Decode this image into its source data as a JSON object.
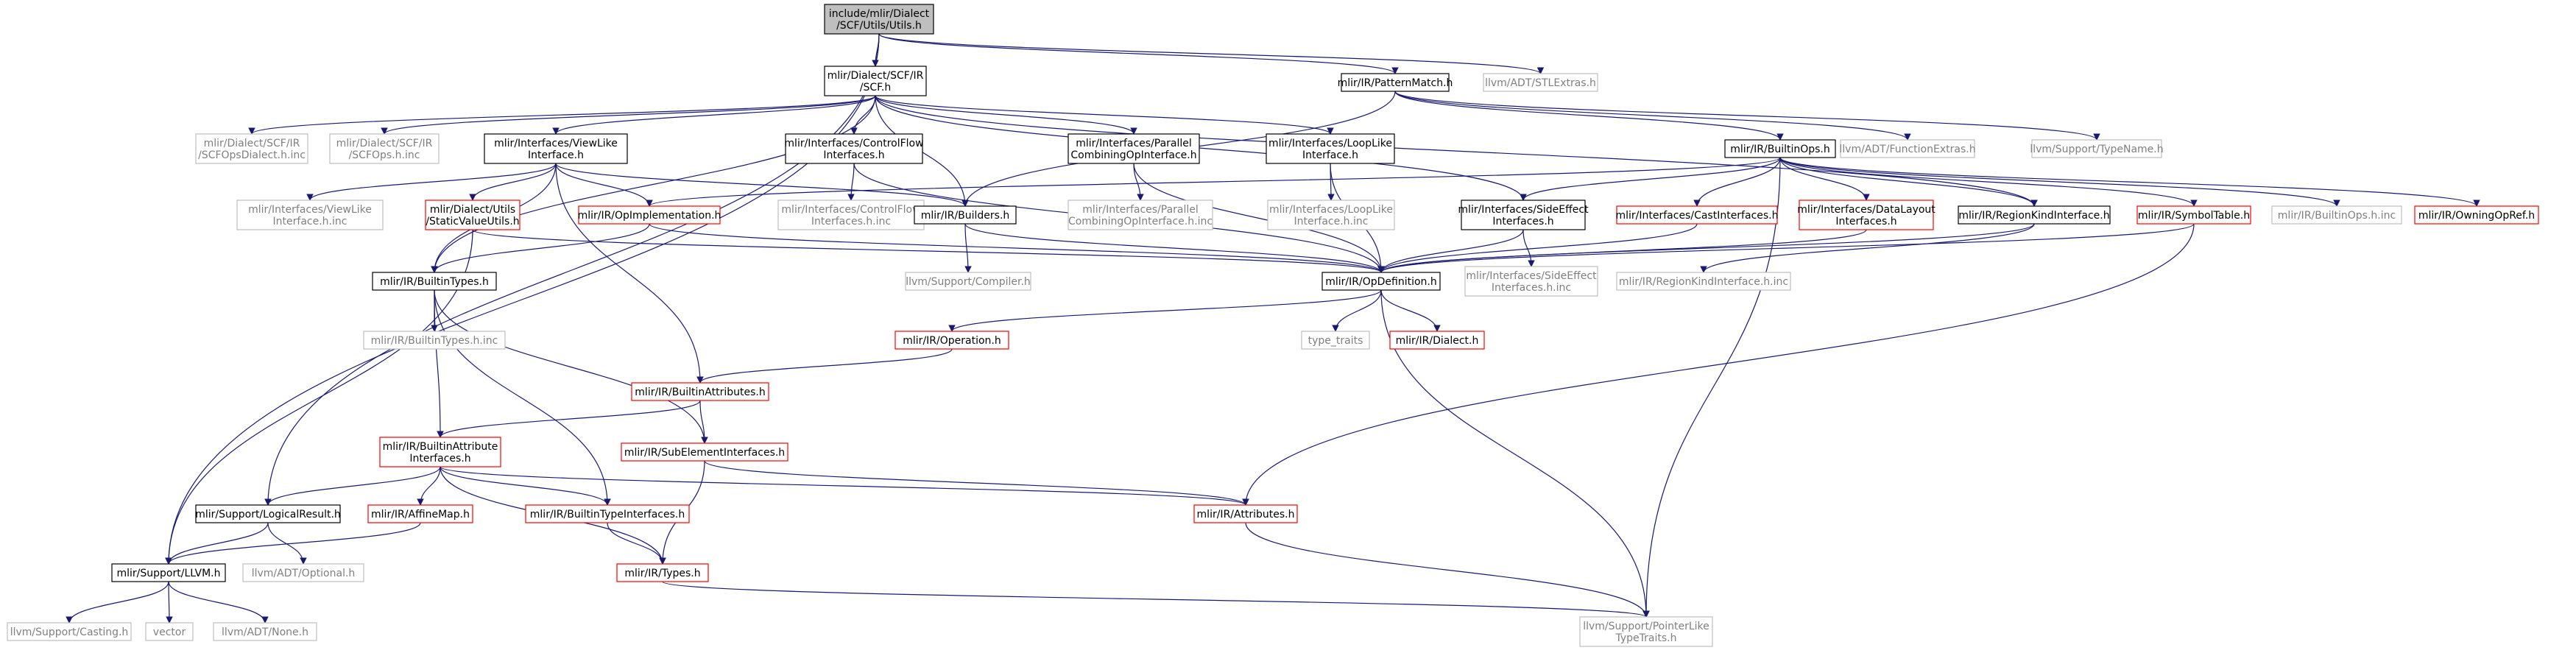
{
  "colors": {
    "edge": "#191970",
    "edge_red": "#8b0000",
    "box_black": "#000000",
    "box_red": "#ff0000",
    "box_gray": "#bfbfbf",
    "text_black": "#000000",
    "text_gray": "#7f7f7f",
    "root_fill": "#bfbfbf"
  },
  "nodes": {
    "root": [
      "include/mlir/Dialect",
      "/SCF/Utils/Utils.h"
    ],
    "scf_h": [
      "mlir/Dialect/SCF/IR",
      "/SCF.h"
    ],
    "pattern_match": [
      "mlir/IR/PatternMatch.h"
    ],
    "stlextras": [
      "llvm/ADT/STLExtras.h"
    ],
    "scf_ops_dialect_inc": [
      "mlir/Dialect/SCF/IR",
      "/SCFOpsDialect.h.inc"
    ],
    "scf_ops_inc": [
      "mlir/Dialect/SCF/IR",
      "/SCFOps.h.inc"
    ],
    "viewlike": [
      "mlir/Interfaces/ViewLike",
      "Interface.h"
    ],
    "controlflow": [
      "mlir/Interfaces/ControlFlow",
      "Interfaces.h"
    ],
    "parallel": [
      "mlir/Interfaces/Parallel",
      "CombiningOpInterface.h"
    ],
    "looplike": [
      "mlir/Interfaces/LoopLike",
      "Interface.h"
    ],
    "builtinops": [
      "mlir/IR/BuiltinOps.h"
    ],
    "function_extras": [
      "llvm/ADT/FunctionExtras.h"
    ],
    "typename": [
      "llvm/Support/TypeName.h"
    ],
    "viewlike_inc": [
      "mlir/Interfaces/ViewLike",
      "Interface.h.inc"
    ],
    "static_value_utils": [
      "mlir/Dialect/Utils",
      "/StaticValueUtils.h"
    ],
    "op_implementation": [
      "mlir/IR/OpImplementation.h"
    ],
    "controlflow_inc": [
      "mlir/Interfaces/ControlFlow",
      "Interfaces.h.inc"
    ],
    "builders": [
      "mlir/IR/Builders.h"
    ],
    "parallel_inc": [
      "mlir/Interfaces/Parallel",
      "CombiningOpInterface.h.inc"
    ],
    "looplike_inc": [
      "mlir/Interfaces/LoopLike",
      "Interface.h.inc"
    ],
    "side_effect": [
      "mlir/Interfaces/SideEffect",
      "Interfaces.h"
    ],
    "cast_interfaces": [
      "mlir/Interfaces/CastInterfaces.h"
    ],
    "data_layout": [
      "mlir/Interfaces/DataLayout",
      "Interfaces.h"
    ],
    "region_kind": [
      "mlir/IR/RegionKindInterface.h"
    ],
    "symbol_table": [
      "mlir/IR/SymbolTable.h"
    ],
    "builtinops_inc": [
      "mlir/IR/BuiltinOps.h.inc"
    ],
    "owning_opref": [
      "mlir/IR/OwningOpRef.h"
    ],
    "builtin_types": [
      "mlir/IR/BuiltinTypes.h"
    ],
    "compiler": [
      "llvm/Support/Compiler.h"
    ],
    "op_definition": [
      "mlir/IR/OpDefinition.h"
    ],
    "side_effect_inc": [
      "mlir/Interfaces/SideEffect",
      "Interfaces.h.inc"
    ],
    "region_kind_inc": [
      "mlir/IR/RegionKindInterface.h.inc"
    ],
    "builtin_types_inc": [
      "mlir/IR/BuiltinTypes.h.inc"
    ],
    "type_traits": [
      "type_traits"
    ],
    "dialect": [
      "mlir/IR/Dialect.h"
    ],
    "operation": [
      "mlir/IR/Operation.h"
    ],
    "builtin_attributes": [
      "mlir/IR/BuiltinAttributes.h"
    ],
    "builtin_attr_interfaces": [
      "mlir/IR/BuiltinAttribute",
      "Interfaces.h"
    ],
    "subelement": [
      "mlir/IR/SubElementInterfaces.h"
    ],
    "logical_result": [
      "mlir/Support/LogicalResult.h"
    ],
    "affine_map": [
      "mlir/IR/AffineMap.h"
    ],
    "builtin_type_interfaces": [
      "mlir/IR/BuiltinTypeInterfaces.h"
    ],
    "attributes": [
      "mlir/IR/Attributes.h"
    ],
    "optional": [
      "llvm/ADT/Optional.h"
    ],
    "support_llvm": [
      "mlir/Support/LLVM.h"
    ],
    "types": [
      "mlir/IR/Types.h"
    ],
    "casting": [
      "llvm/Support/Casting.h"
    ],
    "vector": [
      "vector"
    ],
    "none": [
      "llvm/ADT/None.h"
    ],
    "pointer_like": [
      "llvm/Support/PointerLike",
      "TypeTraits.h"
    ]
  }
}
